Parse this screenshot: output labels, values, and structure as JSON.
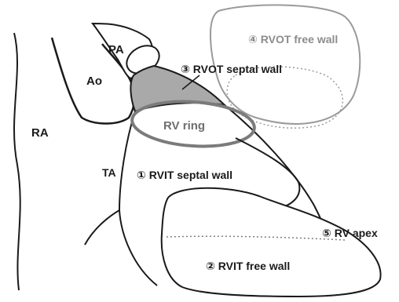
{
  "labels": {
    "pa": "PA",
    "ao": "Ao",
    "ra": "RA",
    "ta": "TA",
    "rv_ring": "RV ring",
    "rvot_septal": "③ RVOT septal wall",
    "rvot_free": "④ RVOT free wall",
    "rvit_septal": "① RVIT septal wall",
    "rvit_free": "② RVIT free wall",
    "rv_apex": "⑤ RV apex"
  },
  "colors": {
    "stroke": "#1a1a1a",
    "faded_stroke": "#9a9a9a",
    "faded_text": "#8c8c8c",
    "septal_fill": "#a9a9a9",
    "ring_stroke": "#7b7b7b",
    "ring_text": "#6f6f6f"
  }
}
